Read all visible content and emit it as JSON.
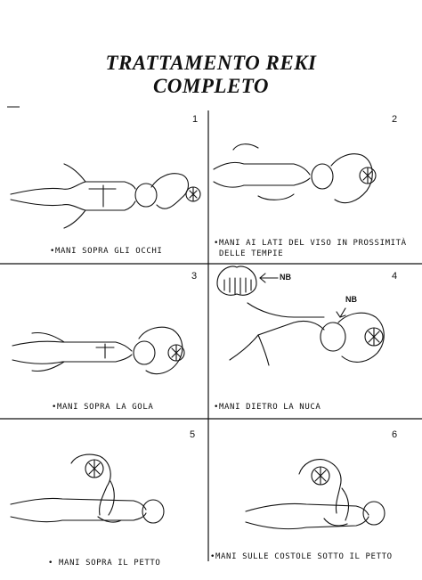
{
  "title": {
    "line1": "TRATTAMENTO REKI",
    "line2": "COMPLETO"
  },
  "panels": [
    {
      "number": "1",
      "caption": "•MANI SOPRA GLI OCCHI"
    },
    {
      "number": "2",
      "caption_line1": "•MANI AI LATI DEL VISO IN PROSSIMITÀ",
      "caption_line2": "DELLE TEMPIE"
    },
    {
      "number": "3",
      "caption": "•MANI SOPRA LA GOLA"
    },
    {
      "number": "4",
      "caption": "•MANI DIETRO LA NUCA",
      "note": "NB"
    },
    {
      "number": "5",
      "caption": "• MANI SOPRA IL PETTO"
    },
    {
      "number": "6",
      "caption": "•MANI SULLE COSTOLE SOTTO IL PETTO"
    }
  ]
}
